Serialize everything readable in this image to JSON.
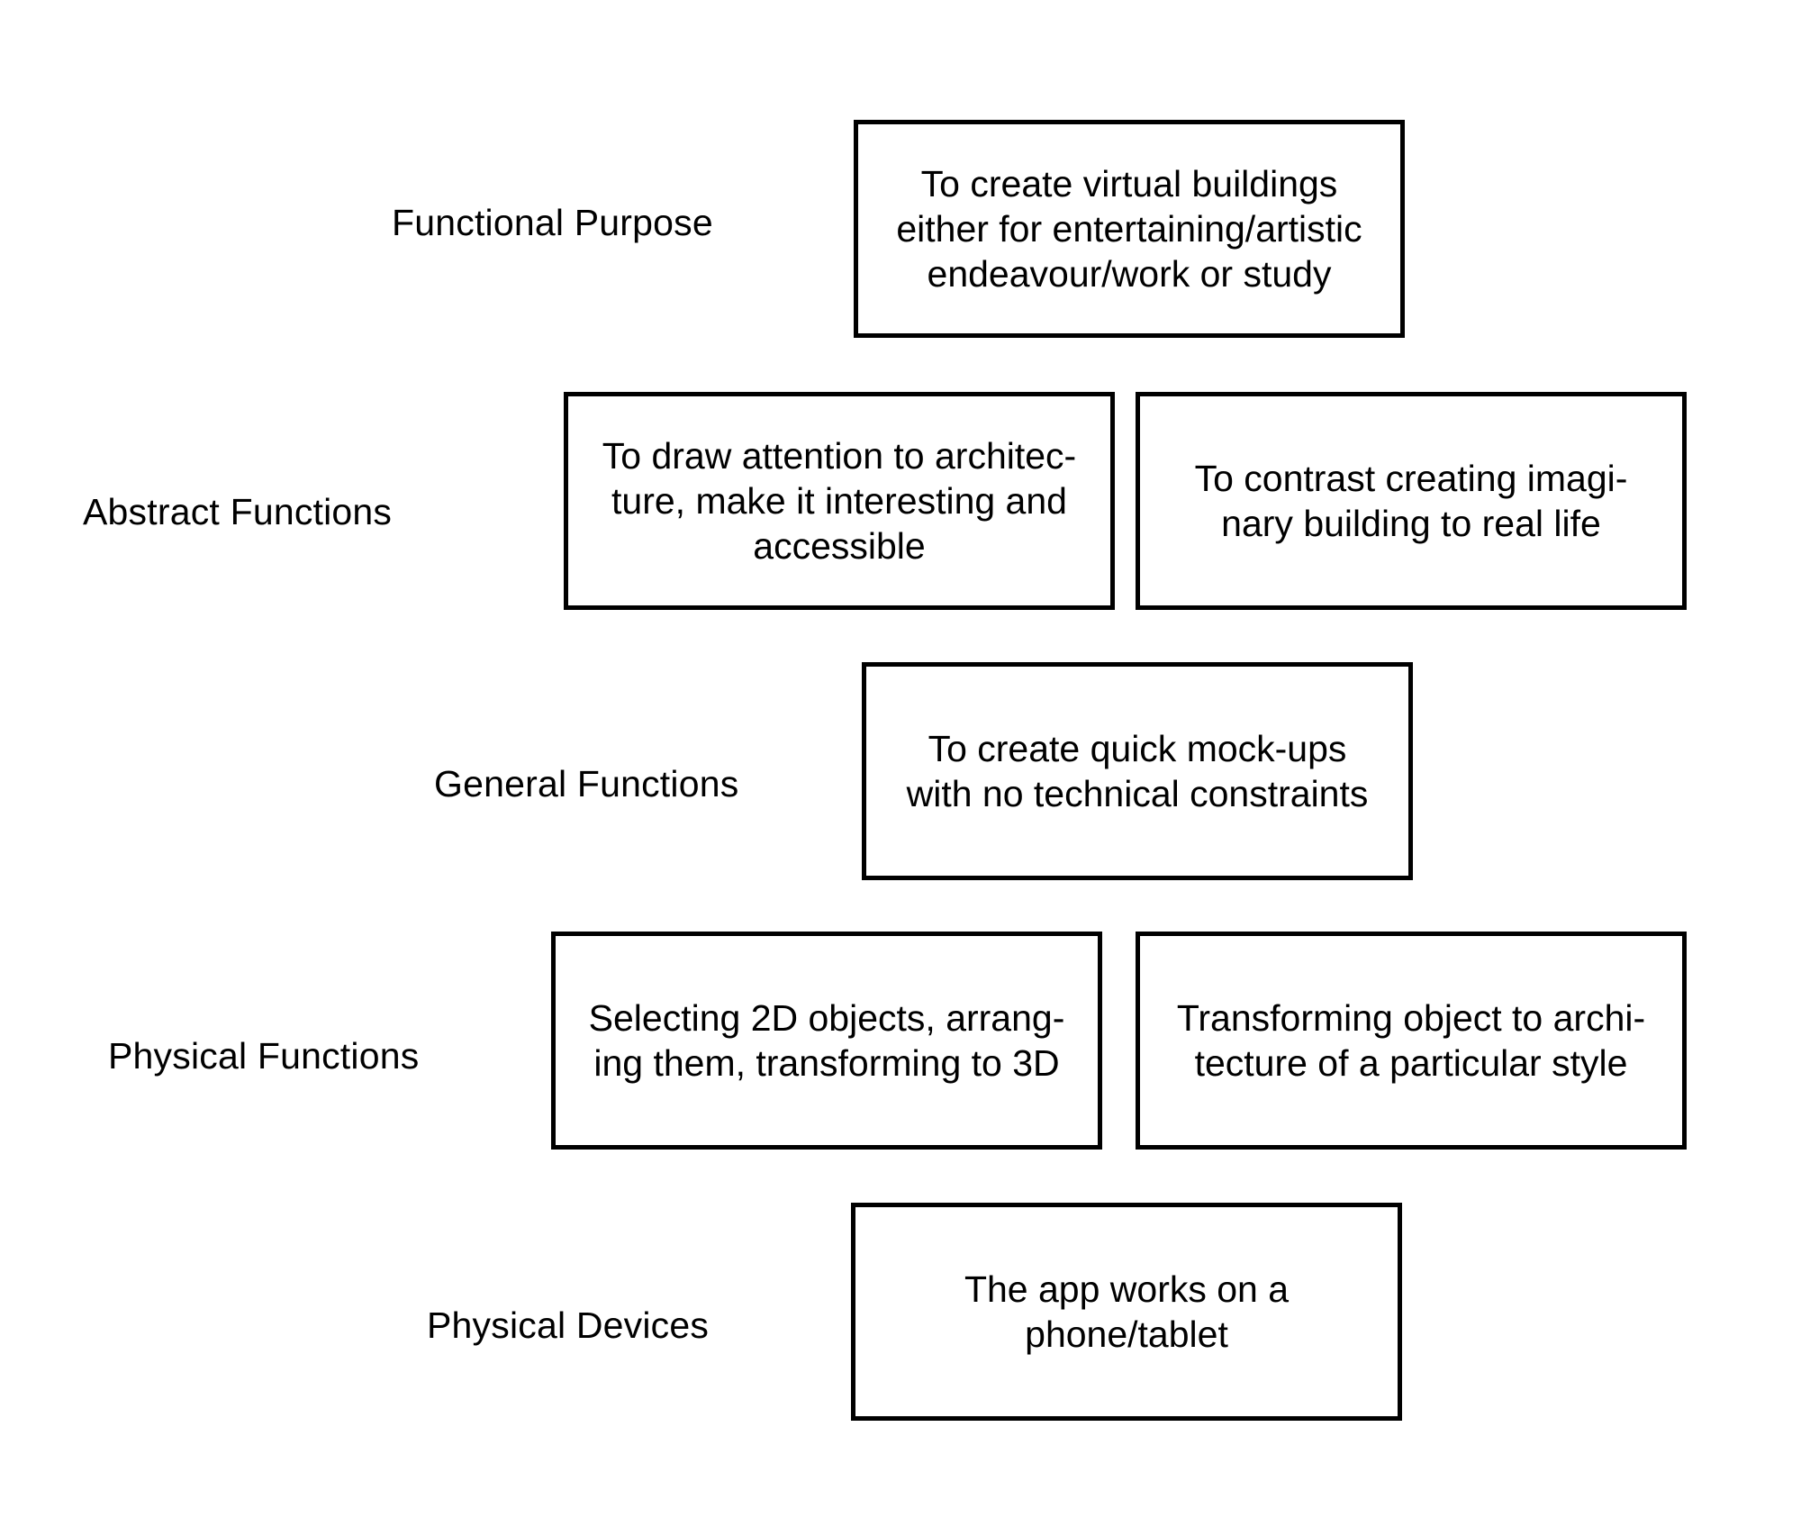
{
  "levels": [
    {
      "label": "Functional Purpose"
    },
    {
      "label": "Abstract Functions"
    },
    {
      "label": "General Functions"
    },
    {
      "label": "Physical Functions"
    },
    {
      "label": "Physical Devices"
    }
  ],
  "boxes": [
    {
      "text": "To create virtual buildings\neither for entertaining/artistic\nendeavour/work or study"
    },
    {
      "text": "To draw attention to architec-\nture, make it interesting and\naccessible"
    },
    {
      "text": "To contrast creating imagi-\nnary building to real life"
    },
    {
      "text": "To create quick mock-ups\nwith no technical constraints"
    },
    {
      "text": "Selecting 2D objects, arrang-\ning them, transforming to 3D"
    },
    {
      "text": "Transforming object to archi-\ntecture of a particular style"
    },
    {
      "text": "The app works on a\nphone/tablet"
    }
  ]
}
